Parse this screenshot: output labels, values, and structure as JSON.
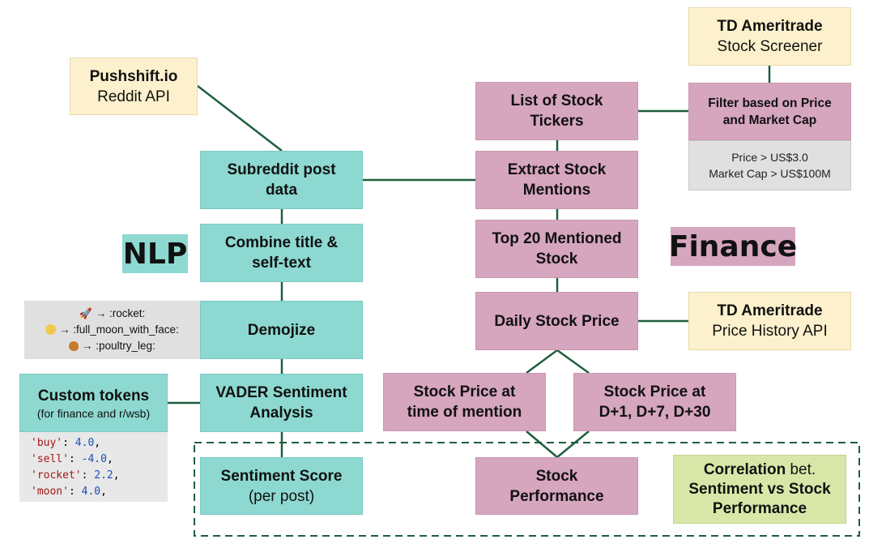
{
  "sources": {
    "pushshift": {
      "title": "Pushshift.io",
      "subtitle": "Reddit API"
    },
    "screener": {
      "title": "TD Ameritrade",
      "subtitle": "Stock Screener"
    },
    "price_api": {
      "title": "TD Ameritrade",
      "subtitle": "Price History API"
    }
  },
  "nlp": {
    "section_label": "NLP",
    "subreddit": "Subreddit post data",
    "combine": "Combine title & self-text",
    "demojize": "Demojize",
    "vader": "VADER Sentiment Analysis",
    "score_title": "Sentiment Score",
    "score_sub": "(per post)"
  },
  "emoji_map": [
    {
      "icon": "rocket-icon",
      "arrow": "→",
      "text": ":rocket:"
    },
    {
      "icon": "moon-face-icon",
      "arrow": "→",
      "text": ":full_moon_with_face:"
    },
    {
      "icon": "poultry-leg-icon",
      "arrow": "→",
      "text": ":poultry_leg:"
    }
  ],
  "custom_tokens": {
    "title": "Custom tokens",
    "subtitle": "(for finance and r/wsb)",
    "entries": [
      {
        "key": "'buy'",
        "value": "4.0"
      },
      {
        "key": "'sell'",
        "value": "-4.0"
      },
      {
        "key": "'rocket'",
        "value": "2.2"
      },
      {
        "key": "'moon'",
        "value": "4.0"
      }
    ]
  },
  "finance": {
    "section_label": "Finance",
    "tickers": "List of Stock Tickers",
    "filter": "Filter based on Price and Market Cap",
    "criteria": [
      "Price > US$3.0",
      "Market Cap > US$100M"
    ],
    "extract": "Extract Stock Mentions",
    "top20": "Top 20 Mentioned Stock",
    "daily": "Daily Stock Price",
    "at_mention": "Stock Price at time of mention",
    "at_days": "Stock Price at D+1, D+7, D+30",
    "performance": "Stock Performance"
  },
  "correlation": {
    "line1": "Correlation",
    "line1_tail": " bet.",
    "line2": "Sentiment vs Stock",
    "line3": "Performance"
  },
  "colors": {
    "teal": "#8dd9d1",
    "pink": "#d6a5be",
    "cream": "#fdf1cd",
    "connector": "#1f5f3f",
    "highlight_green": "#d8e7a8"
  }
}
